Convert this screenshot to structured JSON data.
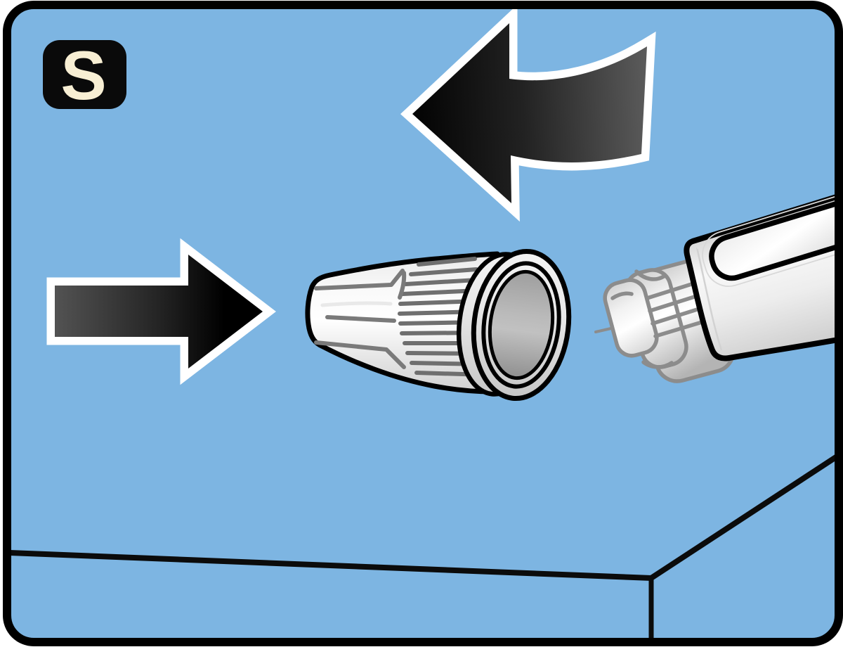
{
  "figure": {
    "type": "instruction-step-illustration",
    "badge": {
      "label": "S"
    },
    "colors": {
      "background": "#7DB5E2",
      "frame": "#000000",
      "badge_bg": "#0A0A0A",
      "badge_text": "#F8EFD4",
      "arrow_outline": "#FFFFFF",
      "table_edge": "#0B0B0B",
      "device_outline": "#000000",
      "hub_outline": "#8C8C8C",
      "cap_detail_gray": "#6F6F6F"
    },
    "icons": [
      {
        "name": "step-badge",
        "label": "S"
      },
      {
        "name": "curved-left-arrow-icon"
      },
      {
        "name": "straight-right-arrow-icon"
      },
      {
        "name": "needle-outer-cap"
      },
      {
        "name": "injection-pen-with-needle"
      },
      {
        "name": "table-edge"
      }
    ]
  }
}
